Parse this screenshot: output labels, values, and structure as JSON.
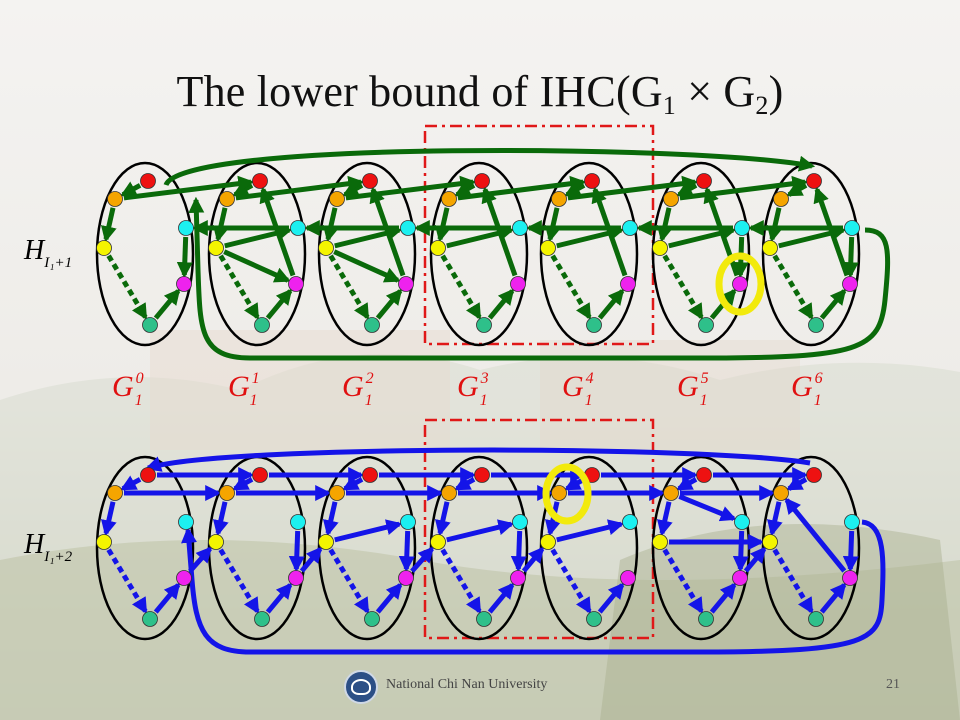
{
  "title": {
    "prefix": "The lower bound of IHC(",
    "g1": "G",
    "g1_sub": "1",
    "times": " × ",
    "g2": "G",
    "g2_sub": "2",
    "suffix": ")"
  },
  "top_row": {
    "label": "H",
    "label_sub": "I₁+1",
    "color": "#0a6a0a"
  },
  "bottom_row": {
    "label": "H",
    "label_sub": "I₁+2",
    "color": "#1414e8"
  },
  "copy_labels": [
    {
      "base": "G",
      "sub": "1",
      "sup": "0"
    },
    {
      "base": "G",
      "sub": "1",
      "sup": "1"
    },
    {
      "base": "G",
      "sub": "1",
      "sup": "2"
    },
    {
      "base": "G",
      "sub": "1",
      "sup": "3"
    },
    {
      "base": "G",
      "sub": "1",
      "sup": "4"
    },
    {
      "base": "G",
      "sub": "1",
      "sup": "5"
    },
    {
      "base": "G",
      "sub": "1",
      "sup": "6"
    }
  ],
  "label_color": "#e01010",
  "node_colors": {
    "red": "#ee1111",
    "orange": "#f5a500",
    "yellow": "#f4f400",
    "cyan": "#1cf0f0",
    "magenta": "#ee22ee",
    "teal": "#2ec08a"
  },
  "highlight_color": "#f2ea0c",
  "dashed_box_color": "#e01818",
  "footer": {
    "university": "National Chi Nan University",
    "page_number": "21"
  }
}
